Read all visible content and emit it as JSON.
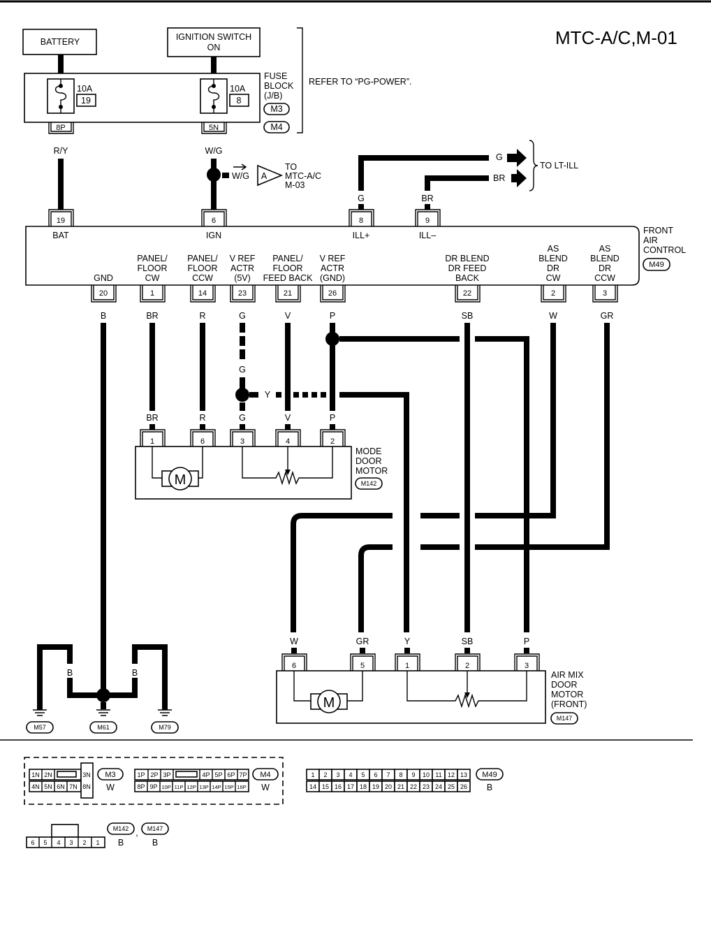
{
  "title": "MTC-A/C,M-01",
  "supply": {
    "battery": "BATTERY",
    "ignition": [
      "IGNITION SWITCH",
      "ON"
    ],
    "fuse1": {
      "rating": "10A",
      "num": "19",
      "term": "8P",
      "wire": "R/Y"
    },
    "fuse2": {
      "rating": "10A",
      "num": "8",
      "term": "5N",
      "wire": "W/G"
    },
    "fuse_block": [
      "FUSE",
      "BLOCK",
      "(J/B)"
    ],
    "conn_m3": "M3",
    "conn_m4": "M4",
    "refer": "REFER TO “PG-POWER”."
  },
  "splice_a": {
    "wire": "W/G",
    "letter": "A",
    "dest": [
      "TO",
      "MTC-A/C",
      "M-03"
    ]
  },
  "lt_ill": {
    "dest": "TO LT-ILL",
    "wire1": "G",
    "wire2": "BR"
  },
  "control": {
    "name": [
      "FRONT",
      "AIR",
      "CONTROL"
    ],
    "conn": "M49",
    "top_pins": [
      {
        "pin": "19",
        "label": "BAT"
      },
      {
        "pin": "6",
        "label": "IGN"
      },
      {
        "pin": "8",
        "label": "ILL+",
        "wire": "G"
      },
      {
        "pin": "9",
        "label": "ILL–",
        "wire": "BR"
      }
    ],
    "bottom_pins": [
      {
        "pin": "20",
        "label": [
          "GND"
        ],
        "wire": "B"
      },
      {
        "pin": "1",
        "label": [
          "PANEL/",
          "FLOOR",
          "CW"
        ],
        "wire": "BR"
      },
      {
        "pin": "14",
        "label": [
          "PANEL/",
          "FLOOR",
          "CCW"
        ],
        "wire": "R"
      },
      {
        "pin": "23",
        "label": [
          "V REF",
          "ACTR",
          "(5V)"
        ],
        "wire": "G"
      },
      {
        "pin": "21",
        "label": [
          "PANEL/",
          "FLOOR",
          "FEED BACK"
        ],
        "wire": "V"
      },
      {
        "pin": "26",
        "label": [
          "V REF",
          "ACTR",
          "(GND)"
        ],
        "wire": "P"
      },
      {
        "pin": "22",
        "label": [
          "DR BLEND",
          "DR FEED",
          "BACK"
        ],
        "wire": "SB"
      },
      {
        "pin": "2",
        "label": [
          "AS",
          "BLEND",
          "DR",
          "CW"
        ],
        "wire": "W"
      },
      {
        "pin": "3",
        "label": [
          "AS",
          "BLEND",
          "DR",
          "CCW"
        ],
        "wire": "GR"
      }
    ]
  },
  "mid": {
    "wire_g": "G",
    "wire_y": "Y"
  },
  "mode_motor": {
    "name": [
      "MODE",
      "DOOR",
      "MOTOR"
    ],
    "conn": "M142",
    "pins": [
      {
        "pin": "1",
        "wire": "BR"
      },
      {
        "pin": "6",
        "wire": "R"
      },
      {
        "pin": "3",
        "wire": "G"
      },
      {
        "pin": "4",
        "wire": "V"
      },
      {
        "pin": "2",
        "wire": "P"
      }
    ],
    "motor": "M"
  },
  "airmix_motor": {
    "name": [
      "AIR MIX",
      "DOOR",
      "MOTOR",
      "(FRONT)"
    ],
    "conn": "M147",
    "pins": [
      {
        "pin": "6",
        "wire": "W"
      },
      {
        "pin": "5",
        "wire": "GR"
      },
      {
        "pin": "1",
        "wire": "Y"
      },
      {
        "pin": "2",
        "wire": "SB"
      },
      {
        "pin": "3",
        "wire": "P"
      }
    ],
    "motor": "M"
  },
  "grounds": {
    "wire": "B",
    "labels": [
      "M57",
      "M61",
      "M79"
    ]
  },
  "connectors": {
    "m3": {
      "name": "M3",
      "color": "W",
      "top": [
        "1N",
        "2N",
        "3N"
      ],
      "bottom": [
        "4N",
        "5N",
        "6N",
        "7N",
        "8N"
      ]
    },
    "m4": {
      "name": "M4",
      "color": "W",
      "top": [
        "1P",
        "2P",
        "3P",
        "4P",
        "5P",
        "6P",
        "7P"
      ],
      "bottom": [
        "8P",
        "9P",
        "10P",
        "11P",
        "12P",
        "13P",
        "14P",
        "15P",
        "16P"
      ]
    },
    "m49": {
      "name": "M49",
      "color": "B",
      "top": [
        "1",
        "2",
        "3",
        "4",
        "5",
        "6",
        "7",
        "8",
        "9",
        "10",
        "11",
        "12",
        "13"
      ],
      "bottom": [
        "14",
        "15",
        "16",
        "17",
        "18",
        "19",
        "20",
        "21",
        "22",
        "23",
        "24",
        "25",
        "26"
      ]
    },
    "m142": {
      "name": "M142",
      "color": "B"
    },
    "m147": {
      "name": "M147",
      "color": "B"
    },
    "six_pin": [
      "6",
      "5",
      "4",
      "3",
      "2",
      "1"
    ],
    "sep": ","
  }
}
